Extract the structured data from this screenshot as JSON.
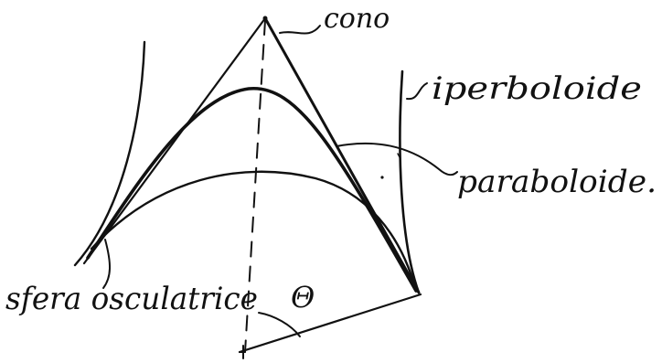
{
  "labels": {
    "cone": "cono",
    "hyperboloid": "iperboloide",
    "paraboloid": "paraboloide.",
    "osculating_sphere": "sfera osculatrice",
    "angle": "Θ"
  },
  "colors": {
    "ink": "#111111",
    "paper": "#ffffff"
  }
}
